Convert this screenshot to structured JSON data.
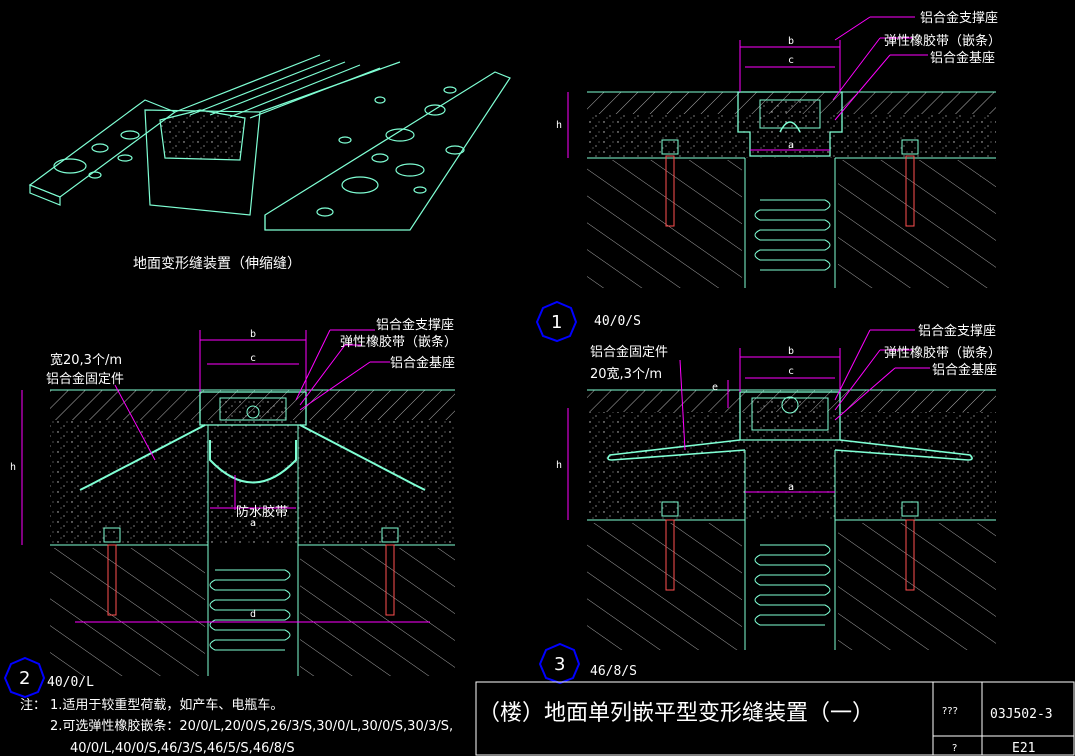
{
  "iso_caption": "地面变形缝装置（伸缩缝）",
  "labels": {
    "support": "铝合金支撑座",
    "rubber": "弹性橡胶带（嵌条）",
    "base": "铝合金基座",
    "fixing": "铝合金固定件",
    "width_note": "宽20,3个/m",
    "width_note_3": "20宽,3个/m",
    "waterproof": "防水胶带"
  },
  "dims": {
    "a": "a",
    "b": "b",
    "c": "c",
    "d": "d",
    "e": "e",
    "h": "h"
  },
  "details": [
    {
      "number": "1",
      "code": "40/0/S"
    },
    {
      "number": "2",
      "code": "40/0/L"
    },
    {
      "number": "3",
      "code": "46/8/S"
    }
  ],
  "notes": {
    "prefix": "注：",
    "line1": "1.适用于较重型荷载，如产车、电瓶车。",
    "line2": "2.可选弹性橡胶嵌条：20/0/L,20/0/S,26/3/S,30/0/L,30/0/S,30/3/S,",
    "line3": "40/0/L,40/0/S,46/3/S,46/5/S,46/8/S"
  },
  "title_block": {
    "title": "（楼）地面单列嵌平型变形缝装置（一）",
    "q1": "???",
    "q2": "?",
    "code": "03J502-3",
    "page": "E21"
  },
  "colors": {
    "line": "#7fffd4",
    "dim": "#ff00ff",
    "hatch": "#c8c8c8",
    "circle": "#0000ff"
  }
}
